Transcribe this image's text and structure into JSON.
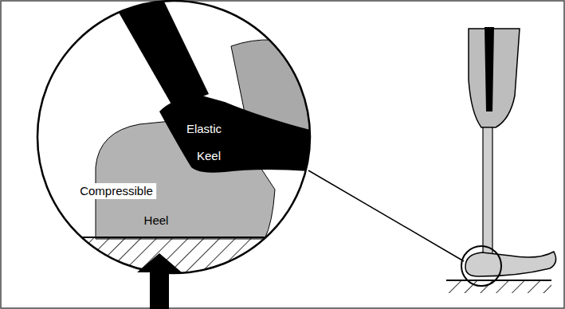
{
  "diagram": {
    "labels": [
      "Elastic",
      "Keel",
      "Compressible",
      "Heel"
    ]
  }
}
